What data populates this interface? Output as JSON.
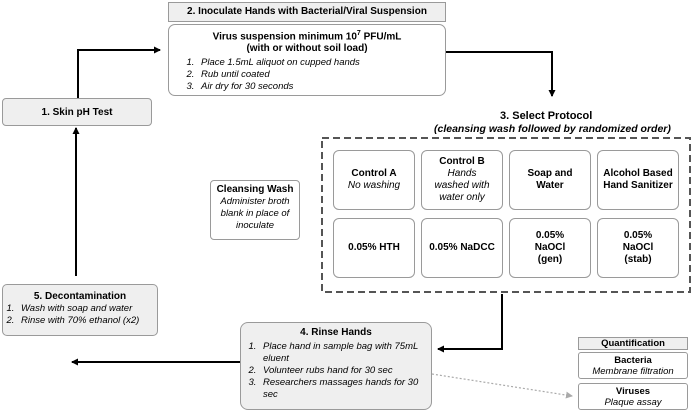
{
  "inoculate": {
    "title": "2. Inoculate Hands with Bacterial/Viral Suspension",
    "line1_pre": "Virus suspension minimum 10",
    "line1_sup": "7",
    "line1_post": " PFU/mL",
    "line2": "(with or without soil load)",
    "steps": [
      "Place 1.5mL aliquot on cupped hands",
      "Rub until coated",
      "Air dry for 30 seconds"
    ]
  },
  "skin_ph": {
    "title": "1. Skin pH Test"
  },
  "protocol": {
    "title": "3. Select Protocol",
    "subtitle": "(cleansing wash followed by randomized order)",
    "cells": [
      {
        "title": "Control A",
        "desc": "No washing"
      },
      {
        "title": "Control B",
        "desc": "Hands washed with water only"
      },
      {
        "title": "Soap and Water",
        "desc": ""
      },
      {
        "title": "Alcohol Based Hand Sanitizer",
        "desc": ""
      },
      {
        "title": "0.05% HTH",
        "desc": ""
      },
      {
        "title": "0.05% NaDCC",
        "desc": ""
      },
      {
        "title": "0.05% NaOCl (gen)",
        "desc": ""
      },
      {
        "title": "0.05% NaOCl (stab)",
        "desc": ""
      }
    ]
  },
  "cleansing_wash": {
    "title": "Cleansing Wash",
    "desc": "Administer broth blank in place of inoculate"
  },
  "decontamination": {
    "title": "5. Decontamination",
    "steps": [
      "Wash with soap and water",
      "Rinse with 70% ethanol (x2)"
    ]
  },
  "rinse": {
    "title": "4. Rinse Hands",
    "steps": [
      "Place hand in sample bag with 75mL eluent",
      "Volunteer rubs hand for 30 sec",
      "Researchers massages hands for 30 sec"
    ]
  },
  "quantification": {
    "title": "Quantification",
    "items": [
      {
        "title": "Bacteria",
        "method": "Membrane filtration"
      },
      {
        "title": "Viruses",
        "method": "Plaque assay"
      }
    ]
  }
}
